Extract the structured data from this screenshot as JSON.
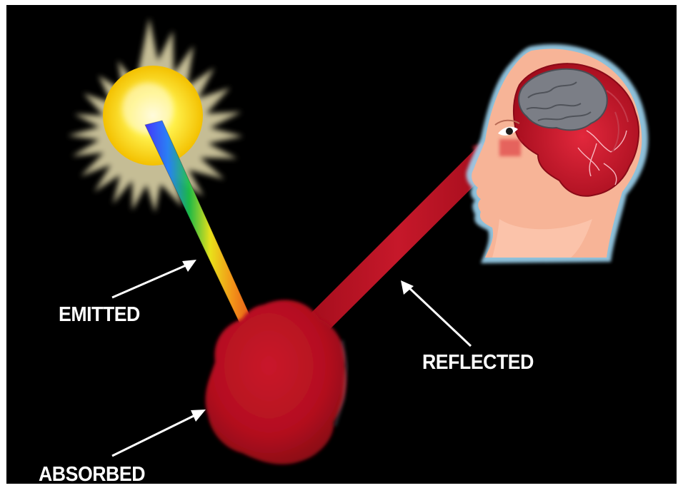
{
  "labels": {
    "emitted": "EMITTED",
    "reflected": "REFLECTED",
    "absorbed": "ABSORBED"
  },
  "icons": {
    "sun": "sun-icon",
    "head": "human-head-icon",
    "brain": "brain-icon",
    "eye": "eye-icon",
    "object": "red-object-blob",
    "beam_emitted": "rainbow-light-beam",
    "beam_reflected": "red-light-beam"
  },
  "colors": {
    "background": "#000000",
    "sun": "#ffe94a",
    "object": "#b8101e",
    "reflected_beam": "#b8101e",
    "skin": "#f6b59a",
    "brain": "#c0142a",
    "label": "#ffffff"
  }
}
